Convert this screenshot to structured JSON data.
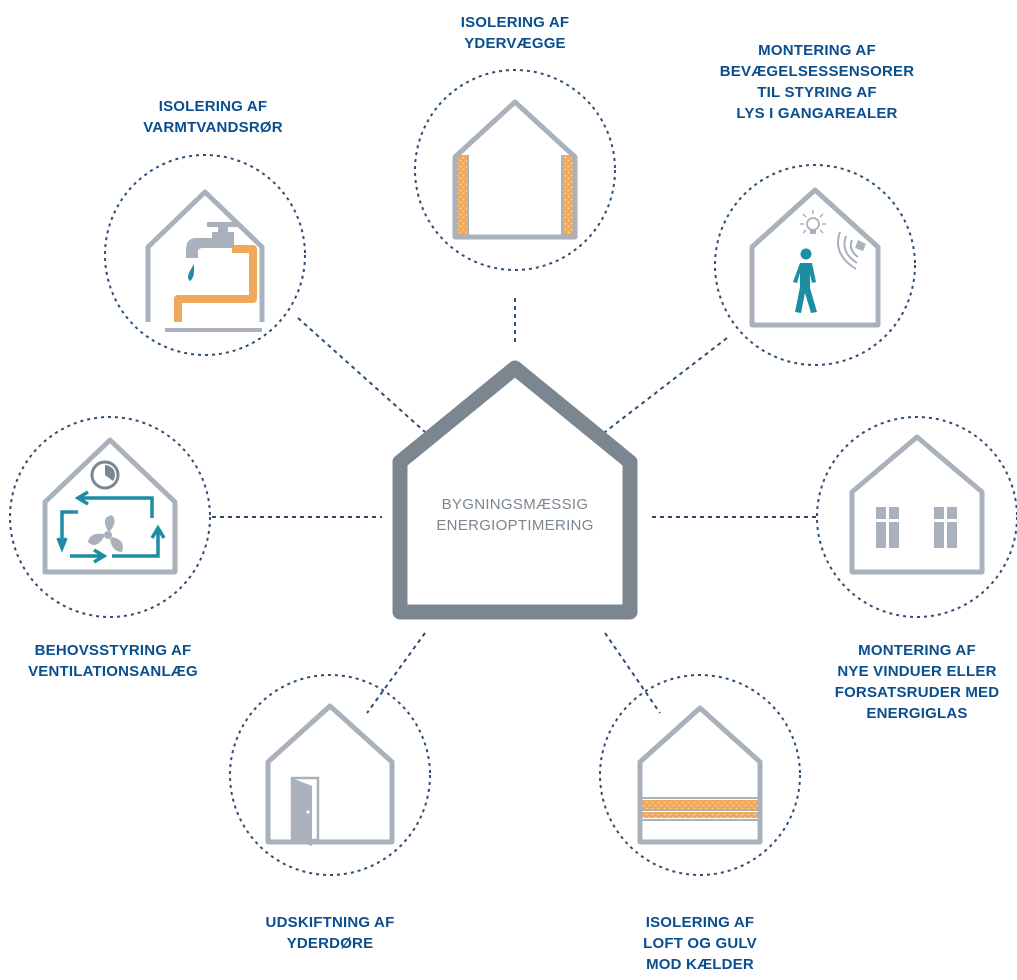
{
  "center": {
    "title_line1": "BYGNINGSMÆSSIG",
    "title_line2": "ENERGIOPTIMERING"
  },
  "measures": {
    "walls": {
      "line1": "ISOLERING AF",
      "line2": "YDERVÆGGE"
    },
    "pipes": {
      "line1": "ISOLERING AF",
      "line2": "VARMTVANDSRØR"
    },
    "sensors": {
      "line1": "MONTERING AF",
      "line2": "BEVÆGELSESSENSORER",
      "line3": "TIL STYRING AF",
      "line4": "LYS I GANGAREALER"
    },
    "ventilation": {
      "line1": "BEHOVSSTYRING AF",
      "line2": "VENTILATIONSANLÆG"
    },
    "windows": {
      "line1": "MONTERING AF",
      "line2": "NYE VINDUER ELLER",
      "line3": "FORSATSRUDER MED",
      "line4": "ENERGIGLAS"
    },
    "doors": {
      "line1": "UDSKIFTNING AF",
      "line2": "YDERDØRE"
    },
    "floors": {
      "line1": "ISOLERING AF",
      "line2": "LOFT OG GULV",
      "line3": "MOD KÆLDER"
    }
  },
  "icons": {
    "walls": "insulated-walls-icon",
    "pipes": "faucet-pipe-icon",
    "sensors": "motion-sensor-icon",
    "ventilation": "ventilation-fan-icon",
    "windows": "windows-icon",
    "doors": "door-icon",
    "floors": "floor-insulation-icon"
  },
  "colors": {
    "house_outline": "#a9b1bc",
    "center_house": "#7b8691",
    "dotted_line": "#2f4e73",
    "label_text": "#0b4e8e",
    "insulation": "#f0a95a",
    "accent_teal": "#1c8ea4"
  }
}
